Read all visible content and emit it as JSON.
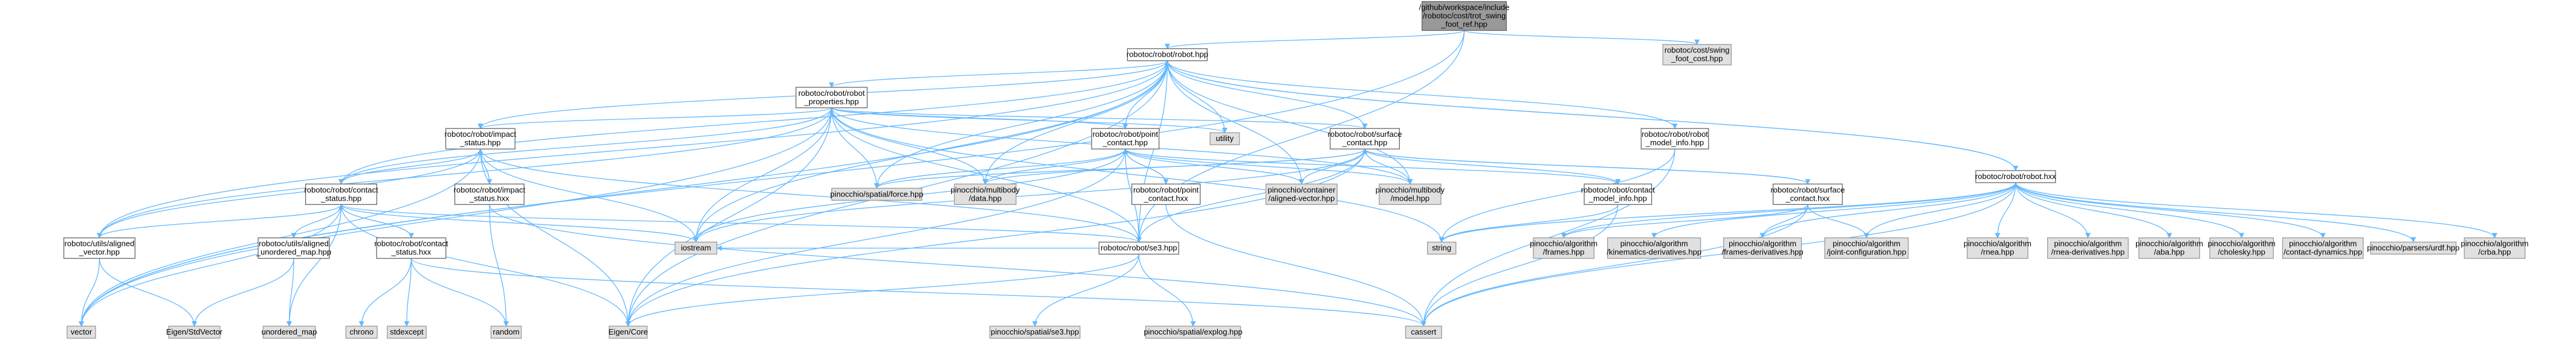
{
  "colors": {
    "edge": "#63b8ff",
    "root_fill": "#999999",
    "local_fill": "#ffffff",
    "external_fill": "#e0e0e0",
    "border": "#666666"
  },
  "nodes": [
    {
      "id": "root",
      "kind": "root",
      "lines": [
        "/github/workspace/include",
        "/robotoc/cost/trot_swing",
        "_foot_ref.hpp"
      ]
    },
    {
      "id": "robot",
      "kind": "local",
      "lines": [
        "robotoc/robot/robot.hpp"
      ]
    },
    {
      "id": "swingcost",
      "kind": "ext",
      "lines": [
        "robotoc/cost/swing",
        "_foot_cost.hpp"
      ]
    },
    {
      "id": "robotprops",
      "kind": "local",
      "lines": [
        "robotoc/robot/robot",
        "_properties.hpp"
      ]
    },
    {
      "id": "impact",
      "kind": "local",
      "lines": [
        "robotoc/robot/impact",
        "_status.hpp"
      ]
    },
    {
      "id": "pointcontact",
      "kind": "local",
      "lines": [
        "robotoc/robot/point",
        "_contact.hpp"
      ]
    },
    {
      "id": "utility",
      "kind": "ext",
      "lines": [
        "utility"
      ]
    },
    {
      "id": "surfacecontact",
      "kind": "local",
      "lines": [
        "robotoc/robot/surface",
        "_contact.hpp"
      ]
    },
    {
      "id": "modelinfo",
      "kind": "local",
      "lines": [
        "robotoc/robot/robot",
        "_model_info.hpp"
      ]
    },
    {
      "id": "robothxx",
      "kind": "local",
      "lines": [
        "robotoc/robot/robot.hxx"
      ]
    },
    {
      "id": "contactstatus",
      "kind": "local",
      "lines": [
        "robotoc/robot/contact",
        "_status.hpp"
      ]
    },
    {
      "id": "impacthxx",
      "kind": "local",
      "lines": [
        "robotoc/robot/impact",
        "_status.hxx"
      ]
    },
    {
      "id": "force",
      "kind": "ext",
      "lines": [
        "pinocchio/spatial/force.hpp"
      ]
    },
    {
      "id": "mbdata",
      "kind": "ext",
      "lines": [
        "pinocchio/multibody",
        "/data.hpp"
      ]
    },
    {
      "id": "pointhxx",
      "kind": "local",
      "lines": [
        "robotoc/robot/point",
        "_contact.hxx"
      ]
    },
    {
      "id": "alignedvec",
      "kind": "ext",
      "lines": [
        "pinocchio/container",
        "/aligned-vector.hpp"
      ]
    },
    {
      "id": "mbmodel",
      "kind": "ext",
      "lines": [
        "pinocchio/multibody",
        "/model.hpp"
      ]
    },
    {
      "id": "cmodelinfo",
      "kind": "local",
      "lines": [
        "robotoc/robot/contact",
        "_model_info.hpp"
      ]
    },
    {
      "id": "surfacehxx",
      "kind": "local",
      "lines": [
        "robotoc/robot/surface",
        "_contact.hxx"
      ]
    },
    {
      "id": "utilaligned",
      "kind": "local",
      "lines": [
        "robotoc/utils/aligned",
        "_vector.hpp"
      ]
    },
    {
      "id": "utilumap",
      "kind": "local",
      "lines": [
        "robotoc/utils/aligned",
        "_unordered_map.hpp"
      ]
    },
    {
      "id": "cstatushxx",
      "kind": "local",
      "lines": [
        "robotoc/robot/contact",
        "_status.hxx"
      ]
    },
    {
      "id": "iostream",
      "kind": "ext",
      "lines": [
        "iostream"
      ]
    },
    {
      "id": "se3",
      "kind": "local",
      "lines": [
        "robotoc/robot/se3.hpp"
      ]
    },
    {
      "id": "string",
      "kind": "ext",
      "lines": [
        "string"
      ]
    },
    {
      "id": "frames",
      "kind": "ext",
      "lines": [
        "pinocchio/algorithm",
        "/frames.hpp"
      ]
    },
    {
      "id": "kinderiv",
      "kind": "ext",
      "lines": [
        "pinocchio/algorithm",
        "/kinematics-derivatives.hpp"
      ]
    },
    {
      "id": "framesderiv",
      "kind": "ext",
      "lines": [
        "pinocchio/algorithm",
        "/frames-derivatives.hpp"
      ]
    },
    {
      "id": "jointcfg",
      "kind": "ext",
      "lines": [
        "pinocchio/algorithm",
        "/joint-configuration.hpp"
      ]
    },
    {
      "id": "rnea",
      "kind": "ext",
      "lines": [
        "pinocchio/algorithm",
        "/rnea.hpp"
      ]
    },
    {
      "id": "rneaderiv",
      "kind": "ext",
      "lines": [
        "pinocchio/algorithm",
        "/rnea-derivatives.hpp"
      ]
    },
    {
      "id": "aba",
      "kind": "ext",
      "lines": [
        "pinocchio/algorithm",
        "/aba.hpp"
      ]
    },
    {
      "id": "cholesky",
      "kind": "ext",
      "lines": [
        "pinocchio/algorithm",
        "/cholesky.hpp"
      ]
    },
    {
      "id": "contactdyn",
      "kind": "ext",
      "lines": [
        "pinocchio/algorithm",
        "/contact-dynamics.hpp"
      ]
    },
    {
      "id": "urdf",
      "kind": "ext",
      "lines": [
        "pinocchio/parsers/urdf.hpp"
      ]
    },
    {
      "id": "crba",
      "kind": "ext",
      "lines": [
        "pinocchio/algorithm",
        "/crba.hpp"
      ]
    },
    {
      "id": "vector",
      "kind": "ext",
      "lines": [
        "vector"
      ]
    },
    {
      "id": "eigenstdvec",
      "kind": "ext",
      "lines": [
        "Eigen/StdVector"
      ]
    },
    {
      "id": "umap",
      "kind": "ext",
      "lines": [
        "unordered_map"
      ]
    },
    {
      "id": "chrono",
      "kind": "ext",
      "lines": [
        "chrono"
      ]
    },
    {
      "id": "stdexcept",
      "kind": "ext",
      "lines": [
        "stdexcept"
      ]
    },
    {
      "id": "random",
      "kind": "ext",
      "lines": [
        "random"
      ]
    },
    {
      "id": "eigencore",
      "kind": "ext",
      "lines": [
        "Eigen/Core"
      ]
    },
    {
      "id": "se3hpp",
      "kind": "ext",
      "lines": [
        "pinocchio/spatial/se3.hpp"
      ]
    },
    {
      "id": "explog",
      "kind": "ext",
      "lines": [
        "pinocchio/spatial/explog.hpp"
      ]
    },
    {
      "id": "cassert",
      "kind": "ext",
      "lines": [
        "cassert"
      ]
    }
  ],
  "edges": [
    [
      "root",
      "robot"
    ],
    [
      "root",
      "swingcost"
    ],
    [
      "root",
      "se3"
    ],
    [
      "root",
      "vector"
    ],
    [
      "robot",
      "robotprops"
    ],
    [
      "robot",
      "impact"
    ],
    [
      "robot",
      "pointcontact"
    ],
    [
      "robot",
      "utility"
    ],
    [
      "robot",
      "surfacecontact"
    ],
    [
      "robot",
      "modelinfo"
    ],
    [
      "robot",
      "robothxx"
    ],
    [
      "robot",
      "contactstatus"
    ],
    [
      "robot",
      "force"
    ],
    [
      "robot",
      "mbdata"
    ],
    [
      "robot",
      "alignedvec"
    ],
    [
      "robot",
      "mbmodel"
    ],
    [
      "robot",
      "utilaligned"
    ],
    [
      "robot",
      "iostream"
    ],
    [
      "robot",
      "se3"
    ],
    [
      "robot",
      "eigencore"
    ],
    [
      "robot",
      "vector"
    ],
    [
      "robotprops",
      "impact"
    ],
    [
      "robotprops",
      "pointcontact"
    ],
    [
      "robotprops",
      "utility"
    ],
    [
      "robotprops",
      "surfacecontact"
    ],
    [
      "robotprops",
      "contactstatus"
    ],
    [
      "robotprops",
      "force"
    ],
    [
      "robotprops",
      "mbdata"
    ],
    [
      "robotprops",
      "mbmodel"
    ],
    [
      "robotprops",
      "utilaligned"
    ],
    [
      "robotprops",
      "iostream"
    ],
    [
      "robotprops",
      "se3"
    ],
    [
      "robotprops",
      "eigencore"
    ],
    [
      "robotprops",
      "vector"
    ],
    [
      "robotprops",
      "string"
    ],
    [
      "impact",
      "contactstatus"
    ],
    [
      "impact",
      "impacthxx"
    ],
    [
      "impact",
      "utilaligned"
    ],
    [
      "impact",
      "iostream"
    ],
    [
      "impact",
      "se3"
    ],
    [
      "impact",
      "eigencore"
    ],
    [
      "impact",
      "vector"
    ],
    [
      "pointcontact",
      "pointhxx"
    ],
    [
      "pointcontact",
      "force"
    ],
    [
      "pointcontact",
      "mbdata"
    ],
    [
      "pointcontact",
      "alignedvec"
    ],
    [
      "pointcontact",
      "mbmodel"
    ],
    [
      "pointcontact",
      "cmodelinfo"
    ],
    [
      "pointcontact",
      "iostream"
    ],
    [
      "pointcontact",
      "se3"
    ],
    [
      "pointcontact",
      "eigencore"
    ],
    [
      "surfacecontact",
      "surfacehxx"
    ],
    [
      "surfacecontact",
      "force"
    ],
    [
      "surfacecontact",
      "mbdata"
    ],
    [
      "surfacecontact",
      "alignedvec"
    ],
    [
      "surfacecontact",
      "mbmodel"
    ],
    [
      "surfacecontact",
      "cmodelinfo"
    ],
    [
      "surfacecontact",
      "iostream"
    ],
    [
      "surfacecontact",
      "se3"
    ],
    [
      "surfacecontact",
      "eigencore"
    ],
    [
      "modelinfo",
      "string"
    ],
    [
      "modelinfo",
      "cassert"
    ],
    [
      "robothxx",
      "robot"
    ],
    [
      "robothxx",
      "frames"
    ],
    [
      "robothxx",
      "kinderiv"
    ],
    [
      "robothxx",
      "framesderiv"
    ],
    [
      "robothxx",
      "jointcfg"
    ],
    [
      "robothxx",
      "rnea"
    ],
    [
      "robothxx",
      "rneaderiv"
    ],
    [
      "robothxx",
      "aba"
    ],
    [
      "robothxx",
      "cholesky"
    ],
    [
      "robothxx",
      "contactdyn"
    ],
    [
      "robothxx",
      "urdf"
    ],
    [
      "robothxx",
      "crba"
    ],
    [
      "robothxx",
      "cassert"
    ],
    [
      "robothxx",
      "string"
    ],
    [
      "contactstatus",
      "cstatushxx"
    ],
    [
      "contactstatus",
      "utilaligned"
    ],
    [
      "contactstatus",
      "utilumap"
    ],
    [
      "contactstatus",
      "iostream"
    ],
    [
      "contactstatus",
      "se3"
    ],
    [
      "contactstatus",
      "eigencore"
    ],
    [
      "contactstatus",
      "vector"
    ],
    [
      "contactstatus",
      "umap"
    ],
    [
      "impacthxx",
      "impact"
    ],
    [
      "impacthxx",
      "random"
    ],
    [
      "impacthxx",
      "cassert"
    ],
    [
      "pointhxx",
      "pointcontact"
    ],
    [
      "pointhxx",
      "cassert"
    ],
    [
      "cmodelinfo",
      "string"
    ],
    [
      "cmodelinfo",
      "cassert"
    ],
    [
      "surfacehxx",
      "surfacecontact"
    ],
    [
      "surfacehxx",
      "frames"
    ],
    [
      "surfacehxx",
      "framesderiv"
    ],
    [
      "surfacehxx",
      "jointcfg"
    ],
    [
      "surfacehxx",
      "cassert"
    ],
    [
      "utilaligned",
      "vector"
    ],
    [
      "utilaligned",
      "eigenstdvec"
    ],
    [
      "utilumap",
      "umap"
    ],
    [
      "utilumap",
      "eigenstdvec"
    ],
    [
      "cstatushxx",
      "contactstatus"
    ],
    [
      "cstatushxx",
      "chrono"
    ],
    [
      "cstatushxx",
      "stdexcept"
    ],
    [
      "cstatushxx",
      "random"
    ],
    [
      "cstatushxx",
      "cassert"
    ],
    [
      "se3",
      "eigencore"
    ],
    [
      "se3",
      "se3hpp"
    ],
    [
      "se3",
      "explog"
    ],
    [
      "se3",
      "iostream"
    ]
  ]
}
